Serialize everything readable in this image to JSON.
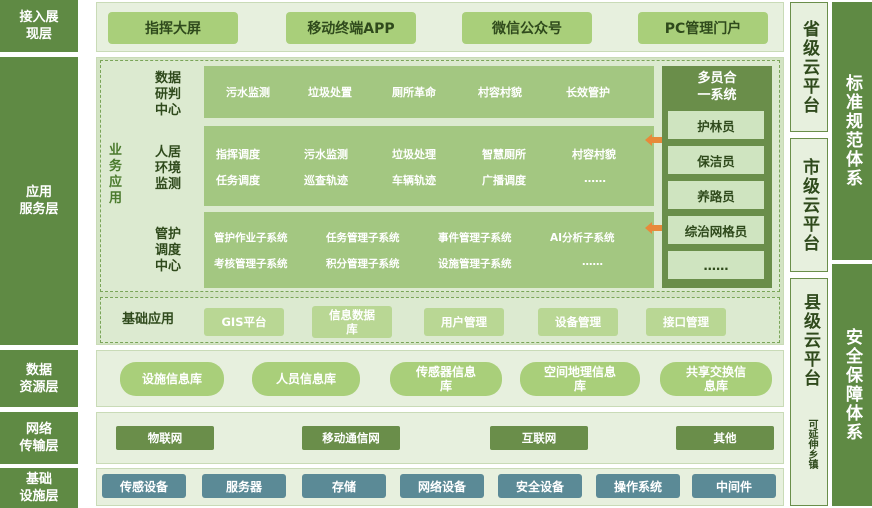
{
  "layers": {
    "access": "接入展\n现层",
    "app": "应用\n服务层",
    "data": "数据\n资源层",
    "network": "网络\n传输层",
    "infra": "基础\n设施层"
  },
  "access_items": [
    "指挥大屏",
    "移动终端APP",
    "微信公众号",
    "PC管理门户"
  ],
  "business_app_label": "业\n务\n应\n用",
  "categories": {
    "data_center": "数据\n研判\n中心",
    "living": "人居\n环境\n监测",
    "dispatch": "管护\n调度\n中心"
  },
  "data_center_items": [
    "污水监测",
    "垃圾处置",
    "厕所革命",
    "村容村貌",
    "长效管护"
  ],
  "living_row1": [
    "指挥调度",
    "污水监测",
    "垃圾处理",
    "智慧厕所",
    "村容村貌"
  ],
  "living_row2": [
    "任务调度",
    "巡查轨迹",
    "车辆轨迹",
    "广播调度",
    "……"
  ],
  "dispatch_row1": [
    "管护作业子系统",
    "任务管理子系统",
    "事件管理子系统",
    "AI分析子系统"
  ],
  "dispatch_row2": [
    "考核管理子系统",
    "积分管理子系统",
    "设施管理子系统",
    "……"
  ],
  "roles": {
    "title": "多员合\n一系统",
    "items": [
      "护林员",
      "保洁员",
      "养路员",
      "综治网格员",
      "……"
    ]
  },
  "basic_apps": {
    "label": "基础应用",
    "items": [
      "GIS平台",
      "信息数据\n库",
      "用户管理",
      "设备管理",
      "接口管理"
    ]
  },
  "data_items": [
    "设施信息库",
    "人员信息库",
    "传感器信息\n库",
    "空间地理信息\n库",
    "共享交换信\n息库"
  ],
  "network_items": [
    "物联网",
    "移动通信网",
    "互联网",
    "其他"
  ],
  "infra_items": [
    "传感设备",
    "服务器",
    "存储",
    "网络设备",
    "安全设备",
    "操作系统",
    "中间件"
  ],
  "clouds": {
    "province": "省级云平台",
    "city": "市级云平台",
    "county": "县级云平台",
    "county_note": "可延伸乡镇"
  },
  "systems": {
    "standard": "标准规范体系",
    "security": "安全保障体系"
  },
  "colors": {
    "layer_label": "#5f8a44",
    "band": "#e7f0de",
    "chip_light": "#b9d794",
    "chip_dark": "#6a8e4a",
    "chip_blue": "#5b8a96",
    "arrow": "#e8893a"
  }
}
